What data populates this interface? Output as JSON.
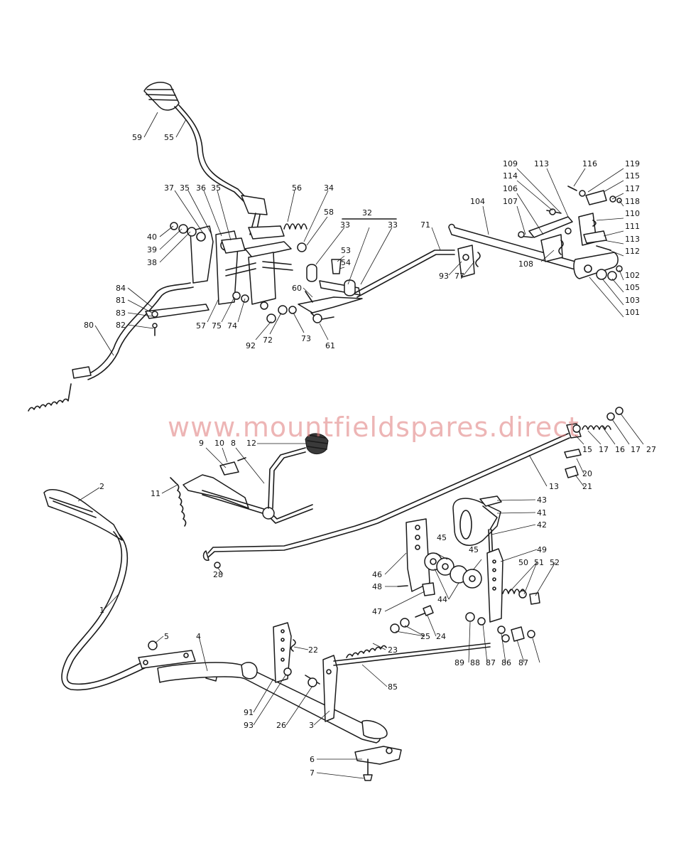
{
  "watermark": "www.mountfieldspares.direct",
  "accent_color": "#e07a7a",
  "callouts": [
    {
      "id": "c59",
      "label": "59"
    },
    {
      "id": "c55",
      "label": "55"
    },
    {
      "id": "c37",
      "label": "37"
    },
    {
      "id": "c35a",
      "label": "35"
    },
    {
      "id": "c36",
      "label": "36"
    },
    {
      "id": "c35b",
      "label": "35"
    },
    {
      "id": "c56",
      "label": "56"
    },
    {
      "id": "c34",
      "label": "34"
    },
    {
      "id": "c58",
      "label": "58"
    },
    {
      "id": "c40",
      "label": "40"
    },
    {
      "id": "c39",
      "label": "39"
    },
    {
      "id": "c38",
      "label": "38"
    },
    {
      "id": "c32",
      "label": "32"
    },
    {
      "id": "c33a",
      "label": "33"
    },
    {
      "id": "c33b",
      "label": "33"
    },
    {
      "id": "c53",
      "label": "53"
    },
    {
      "id": "c54",
      "label": "54"
    },
    {
      "id": "c60",
      "label": "60"
    },
    {
      "id": "c71",
      "label": "71"
    },
    {
      "id": "c93a",
      "label": "93"
    },
    {
      "id": "c77",
      "label": "77"
    },
    {
      "id": "c84",
      "label": "84"
    },
    {
      "id": "c81",
      "label": "81"
    },
    {
      "id": "c83",
      "label": "83"
    },
    {
      "id": "c82",
      "label": "82"
    },
    {
      "id": "c80",
      "label": "80"
    },
    {
      "id": "c57",
      "label": "57"
    },
    {
      "id": "c75",
      "label": "75"
    },
    {
      "id": "c74",
      "label": "74"
    },
    {
      "id": "c92",
      "label": "92"
    },
    {
      "id": "c72",
      "label": "72"
    },
    {
      "id": "c73",
      "label": "73"
    },
    {
      "id": "c61",
      "label": "61"
    },
    {
      "id": "c104",
      "label": "104"
    },
    {
      "id": "c109",
      "label": "109"
    },
    {
      "id": "c113a",
      "label": "113"
    },
    {
      "id": "c116",
      "label": "116"
    },
    {
      "id": "c119",
      "label": "119"
    },
    {
      "id": "c114",
      "label": "114"
    },
    {
      "id": "c115",
      "label": "115"
    },
    {
      "id": "c106",
      "label": "106"
    },
    {
      "id": "c117",
      "label": "117"
    },
    {
      "id": "c107",
      "label": "107"
    },
    {
      "id": "c118",
      "label": "118"
    },
    {
      "id": "c110",
      "label": "110"
    },
    {
      "id": "c111",
      "label": "111"
    },
    {
      "id": "c113b",
      "label": "113"
    },
    {
      "id": "c112",
      "label": "112"
    },
    {
      "id": "c108",
      "label": "108"
    },
    {
      "id": "c102",
      "label": "102"
    },
    {
      "id": "c105",
      "label": "105"
    },
    {
      "id": "c103",
      "label": "103"
    },
    {
      "id": "c101",
      "label": "101"
    },
    {
      "id": "c9",
      "label": "9"
    },
    {
      "id": "c10",
      "label": "10"
    },
    {
      "id": "c8",
      "label": "8"
    },
    {
      "id": "c12",
      "label": "12"
    },
    {
      "id": "c11",
      "label": "11"
    },
    {
      "id": "c15",
      "label": "15"
    },
    {
      "id": "c17a",
      "label": "17"
    },
    {
      "id": "c16",
      "label": "16"
    },
    {
      "id": "c17b",
      "label": "17"
    },
    {
      "id": "c27",
      "label": "27"
    },
    {
      "id": "c20",
      "label": "20"
    },
    {
      "id": "c21",
      "label": "21"
    },
    {
      "id": "c13",
      "label": "13"
    },
    {
      "id": "c2",
      "label": "2"
    },
    {
      "id": "c1",
      "label": "1"
    },
    {
      "id": "c28",
      "label": "28"
    },
    {
      "id": "c43",
      "label": "43"
    },
    {
      "id": "c41",
      "label": "41"
    },
    {
      "id": "c42",
      "label": "42"
    },
    {
      "id": "c45a",
      "label": "45"
    },
    {
      "id": "c45b",
      "label": "45"
    },
    {
      "id": "c46",
      "label": "46"
    },
    {
      "id": "c48",
      "label": "48"
    },
    {
      "id": "c49",
      "label": "49"
    },
    {
      "id": "c50",
      "label": "50"
    },
    {
      "id": "c51",
      "label": "51"
    },
    {
      "id": "c52",
      "label": "52"
    },
    {
      "id": "c44",
      "label": "44"
    },
    {
      "id": "c47",
      "label": "47"
    },
    {
      "id": "c25",
      "label": "25"
    },
    {
      "id": "c24",
      "label": "24"
    },
    {
      "id": "c5",
      "label": "5"
    },
    {
      "id": "c4",
      "label": "4"
    },
    {
      "id": "c22",
      "label": "22"
    },
    {
      "id": "c23",
      "label": "23"
    },
    {
      "id": "c89",
      "label": "89"
    },
    {
      "id": "c88",
      "label": "88"
    },
    {
      "id": "c87a",
      "label": "87"
    },
    {
      "id": "c86",
      "label": "86"
    },
    {
      "id": "c87b",
      "label": "87"
    },
    {
      "id": "c85",
      "label": "85"
    },
    {
      "id": "c91",
      "label": "91"
    },
    {
      "id": "c93b",
      "label": "93"
    },
    {
      "id": "c26",
      "label": "26"
    },
    {
      "id": "c3",
      "label": "3"
    },
    {
      "id": "c6",
      "label": "6"
    },
    {
      "id": "c7",
      "label": "7"
    }
  ]
}
